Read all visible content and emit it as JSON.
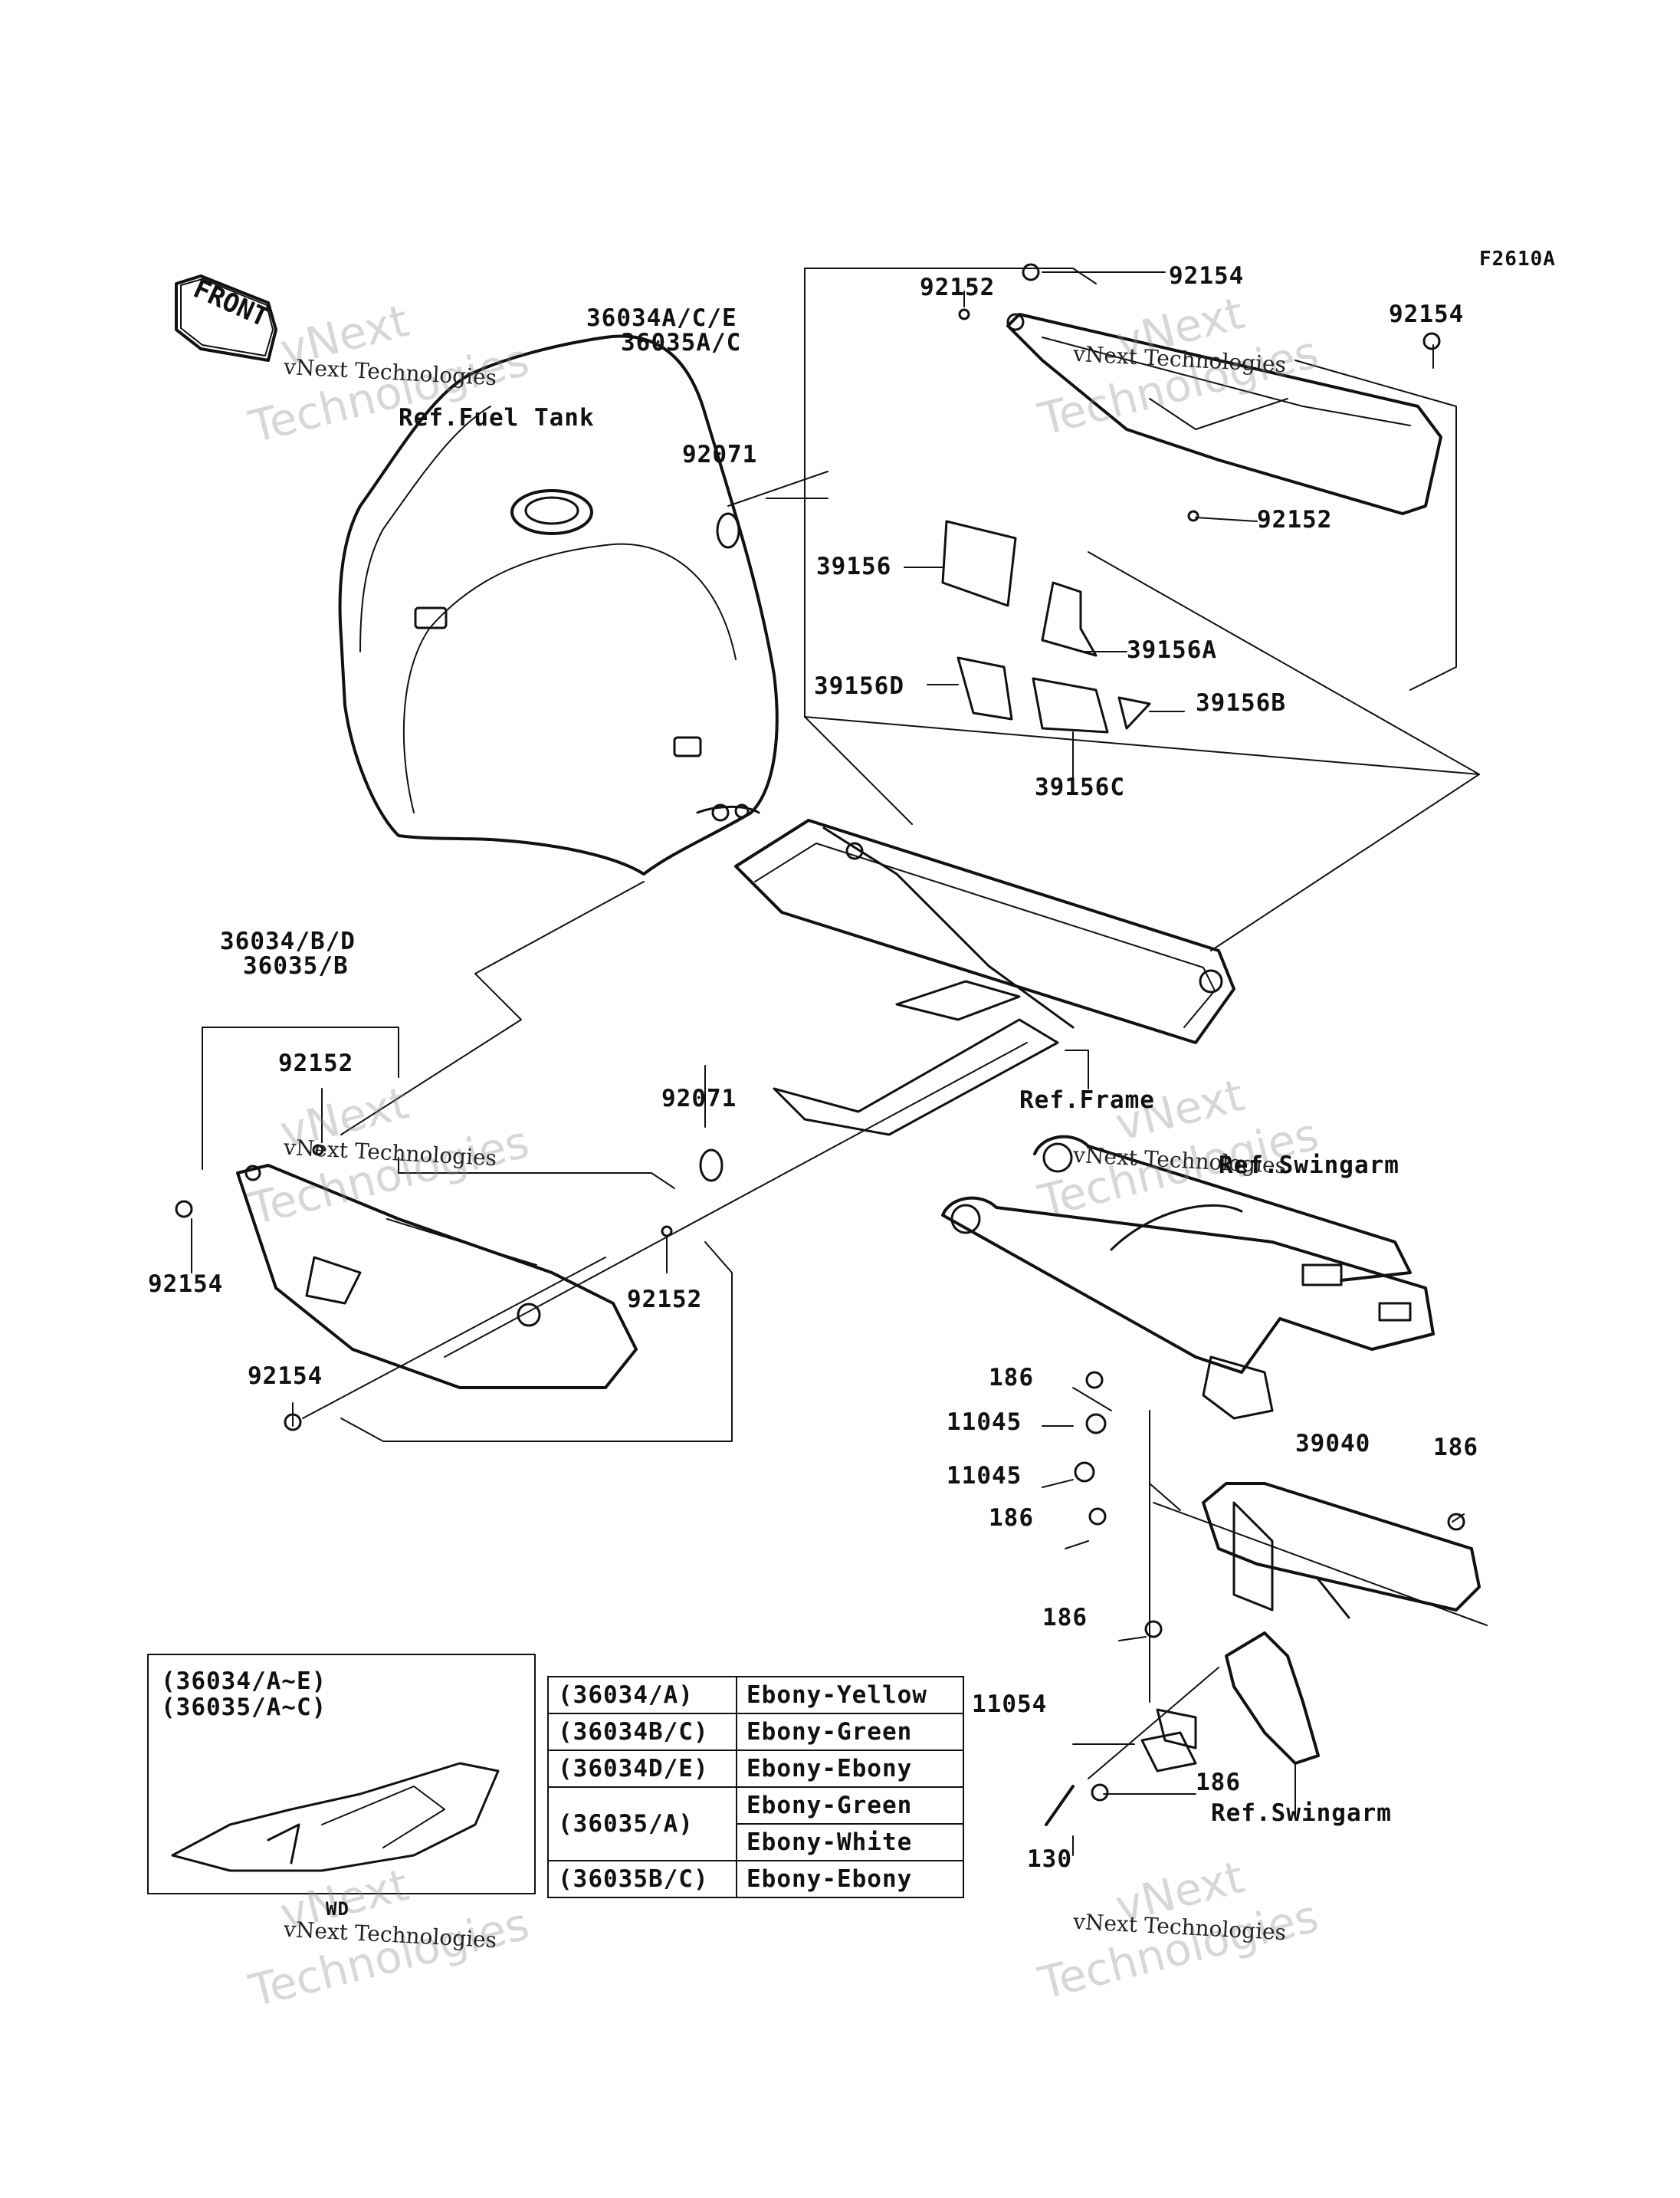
{
  "figure_code": "F2610A",
  "front_arrow": "FRONT",
  "watermark": {
    "brand": "vNext",
    "company": "vNext Technologies",
    "word": "Technologies"
  },
  "refs": {
    "fuel_tank": "Ref.Fuel Tank",
    "frame": "Ref.Frame",
    "swingarm_top": "Ref.Swingarm",
    "swingarm_bottom": "Ref.Swingarm"
  },
  "callouts": {
    "c92154_top": "92154",
    "c92152_top": "92152",
    "c36034ACE": "36034A/C/E",
    "c36035AC": "36035A/C",
    "c92154_right": "92154",
    "c92071_top": "92071",
    "c92152_mid": "92152",
    "c39156": "39156",
    "c39156A": "39156A",
    "c39156D": "39156D",
    "c39156B": "39156B",
    "c39156C": "39156C",
    "c36034BD": "36034/B/D",
    "c36035B": "36035/B",
    "c92152_left": "92152",
    "c92071_low": "92071",
    "c92154_left": "92154",
    "c92152_low": "92152",
    "c92154_bottom": "92154",
    "c186_a": "186",
    "c11045_a": "11045",
    "c11045_b": "11045",
    "c186_b": "186",
    "c39040": "39040",
    "c186_c": "186",
    "c186_d": "186",
    "c11054": "11054",
    "c186_e": "186",
    "c130": "130"
  },
  "inset": {
    "line1": "(36034/A~E)",
    "line2": "(36035/A~C)",
    "note": "WD"
  },
  "color_table": {
    "rows": [
      {
        "code": "(36034/A)",
        "color": "Ebony-Yellow"
      },
      {
        "code": "(36034B/C)",
        "color": "Ebony-Green"
      },
      {
        "code": "(36034D/E)",
        "color": "Ebony-Ebony"
      },
      {
        "code": "(36035/A)",
        "color": "Ebony-Green"
      },
      {
        "code": "",
        "color": "Ebony-White"
      },
      {
        "code": "(36035B/C)",
        "color": "Ebony-Ebony"
      }
    ]
  }
}
